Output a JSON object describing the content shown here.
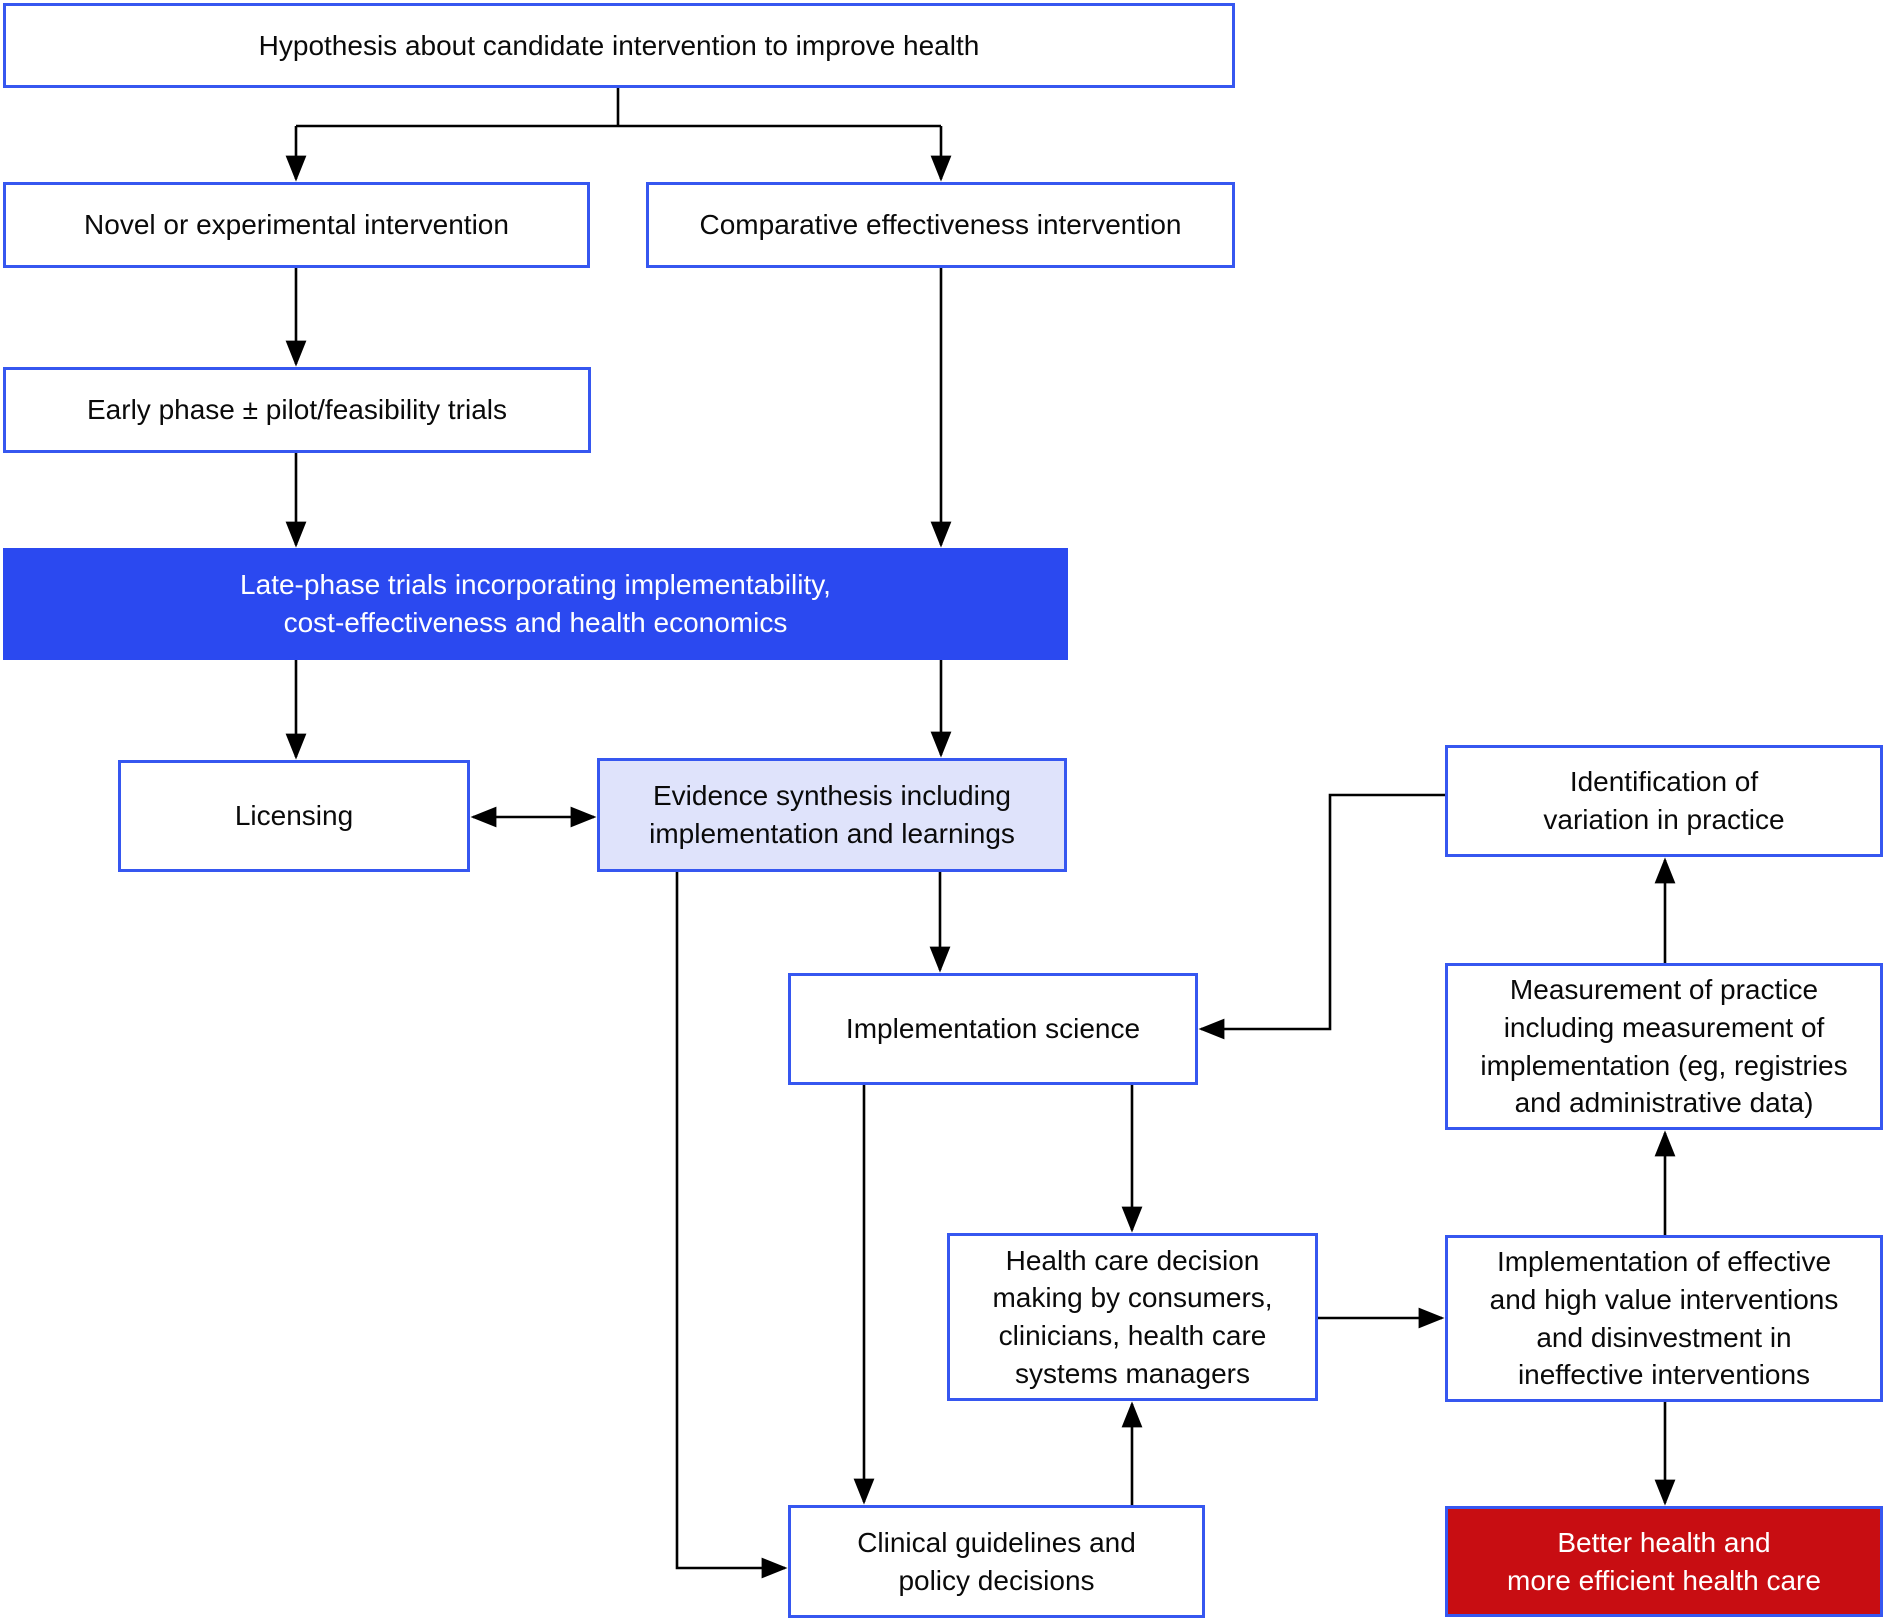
{
  "colors": {
    "node_border": "#3657f0",
    "primary_fill": "#2b49f0",
    "highlight_fill": "#dfe3fb",
    "outcome_fill": "#c80d12",
    "text": "#0a0a0a",
    "text_on_fill": "#ffffff",
    "line": "#000000"
  },
  "nodes": {
    "hypothesis": {
      "label": "Hypothesis about candidate intervention to improve health"
    },
    "novel": {
      "label": "Novel or experimental intervention"
    },
    "comparative": {
      "label": "Comparative effectiveness intervention"
    },
    "early_phase": {
      "label": "Early phase ± pilot/feasibility trials"
    },
    "late_phase": {
      "label": "Late-phase trials incorporating implementability,\ncost-effectiveness and health economics"
    },
    "licensing": {
      "label": "Licensing"
    },
    "evidence_synthesis": {
      "label": "Evidence synthesis including\nimplementation and learnings"
    },
    "implementation_science": {
      "label": "Implementation science"
    },
    "identification_of_variation": {
      "label": "Identification of\nvariation in practice"
    },
    "measurement_of_practice": {
      "label": "Measurement of practice\nincluding measurement of\nimplementation (eg, registries\nand administrative data)"
    },
    "health_care_decision_making": {
      "label": "Health care decision\nmaking by consumers,\nclinicians, health care\nsystems managers"
    },
    "implementation_of_effective": {
      "label": "Implementation of effective\nand high value interventions\nand disinvestment in\nineffective interventions"
    },
    "clinical_guidelines": {
      "label": "Clinical guidelines and\npolicy decisions"
    },
    "better_health": {
      "label": "Better health and\nmore efficient health care"
    }
  },
  "edges": [
    {
      "from": "hypothesis",
      "to": "novel",
      "style": "arrow"
    },
    {
      "from": "hypothesis",
      "to": "comparative",
      "style": "arrow"
    },
    {
      "from": "novel",
      "to": "early_phase",
      "style": "arrow"
    },
    {
      "from": "early_phase",
      "to": "late_phase",
      "style": "arrow"
    },
    {
      "from": "comparative",
      "to": "late_phase",
      "style": "arrow"
    },
    {
      "from": "late_phase",
      "to": "licensing",
      "style": "arrow"
    },
    {
      "from": "late_phase",
      "to": "evidence_synthesis",
      "style": "arrow"
    },
    {
      "from": "licensing",
      "to": "evidence_synthesis",
      "style": "double-arrow"
    },
    {
      "from": "evidence_synthesis",
      "to": "implementation_science",
      "style": "arrow"
    },
    {
      "from": "evidence_synthesis",
      "to": "clinical_guidelines",
      "style": "arrow"
    },
    {
      "from": "implementation_science",
      "to": "clinical_guidelines",
      "style": "arrow"
    },
    {
      "from": "implementation_science",
      "to": "health_care_decision_making",
      "style": "arrow"
    },
    {
      "from": "clinical_guidelines",
      "to": "health_care_decision_making",
      "style": "arrow"
    },
    {
      "from": "health_care_decision_making",
      "to": "implementation_of_effective",
      "style": "arrow"
    },
    {
      "from": "implementation_of_effective",
      "to": "measurement_of_practice",
      "style": "arrow"
    },
    {
      "from": "measurement_of_practice",
      "to": "identification_of_variation",
      "style": "arrow"
    },
    {
      "from": "identification_of_variation",
      "to": "implementation_science",
      "style": "arrow"
    },
    {
      "from": "implementation_of_effective",
      "to": "better_health",
      "style": "arrow"
    }
  ]
}
